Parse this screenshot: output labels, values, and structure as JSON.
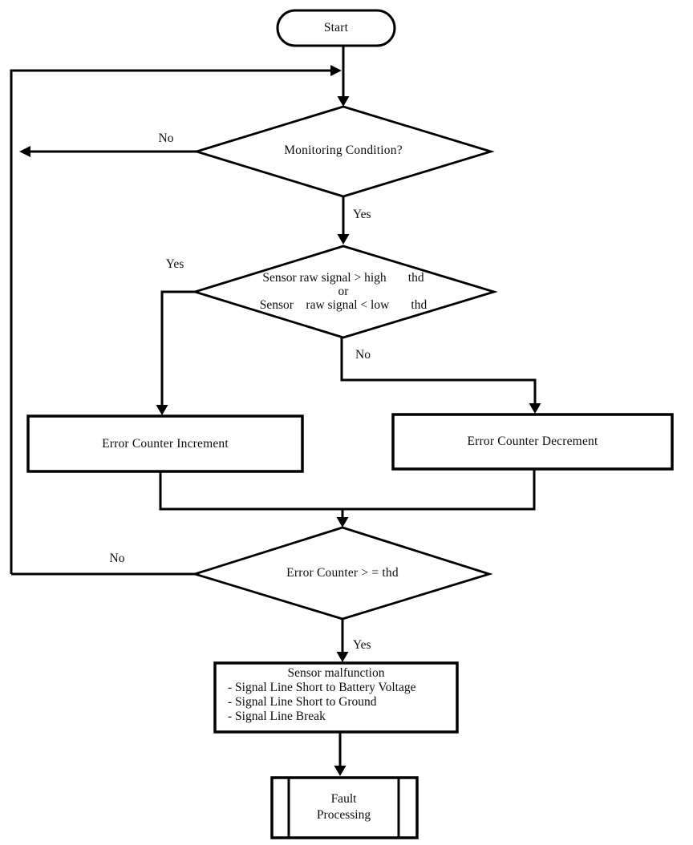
{
  "nodes": {
    "start": {
      "label": "Start"
    },
    "monitoring_condition": {
      "label": "Monitoring Condition?"
    },
    "signal_threshold": {
      "lines": [
        "Sensor raw signal > high       thd",
        "or",
        "Sensor    raw signal < low       thd"
      ]
    },
    "error_counter_increment": {
      "label": "Error Counter Increment"
    },
    "error_counter_decrement": {
      "label": "Error Counter Decrement"
    },
    "error_counter_threshold": {
      "label": "Error Counter > = thd"
    },
    "sensor_malfunction": {
      "title": "Sensor malfunction",
      "items": [
        "- Signal Line Short to Battery Voltage",
        "- Signal Line Short to Ground",
        "- Signal Line Break"
      ]
    },
    "fault_processing": {
      "lines": [
        "Fault",
        "Processing"
      ]
    }
  },
  "edge_labels": {
    "monitoring_no": "No",
    "monitoring_yes": "Yes",
    "threshold_yes": "Yes",
    "threshold_no": "No",
    "counter_no": "No",
    "counter_yes": "Yes"
  },
  "colors": {
    "line": "#000000",
    "background": "#ffffff"
  }
}
